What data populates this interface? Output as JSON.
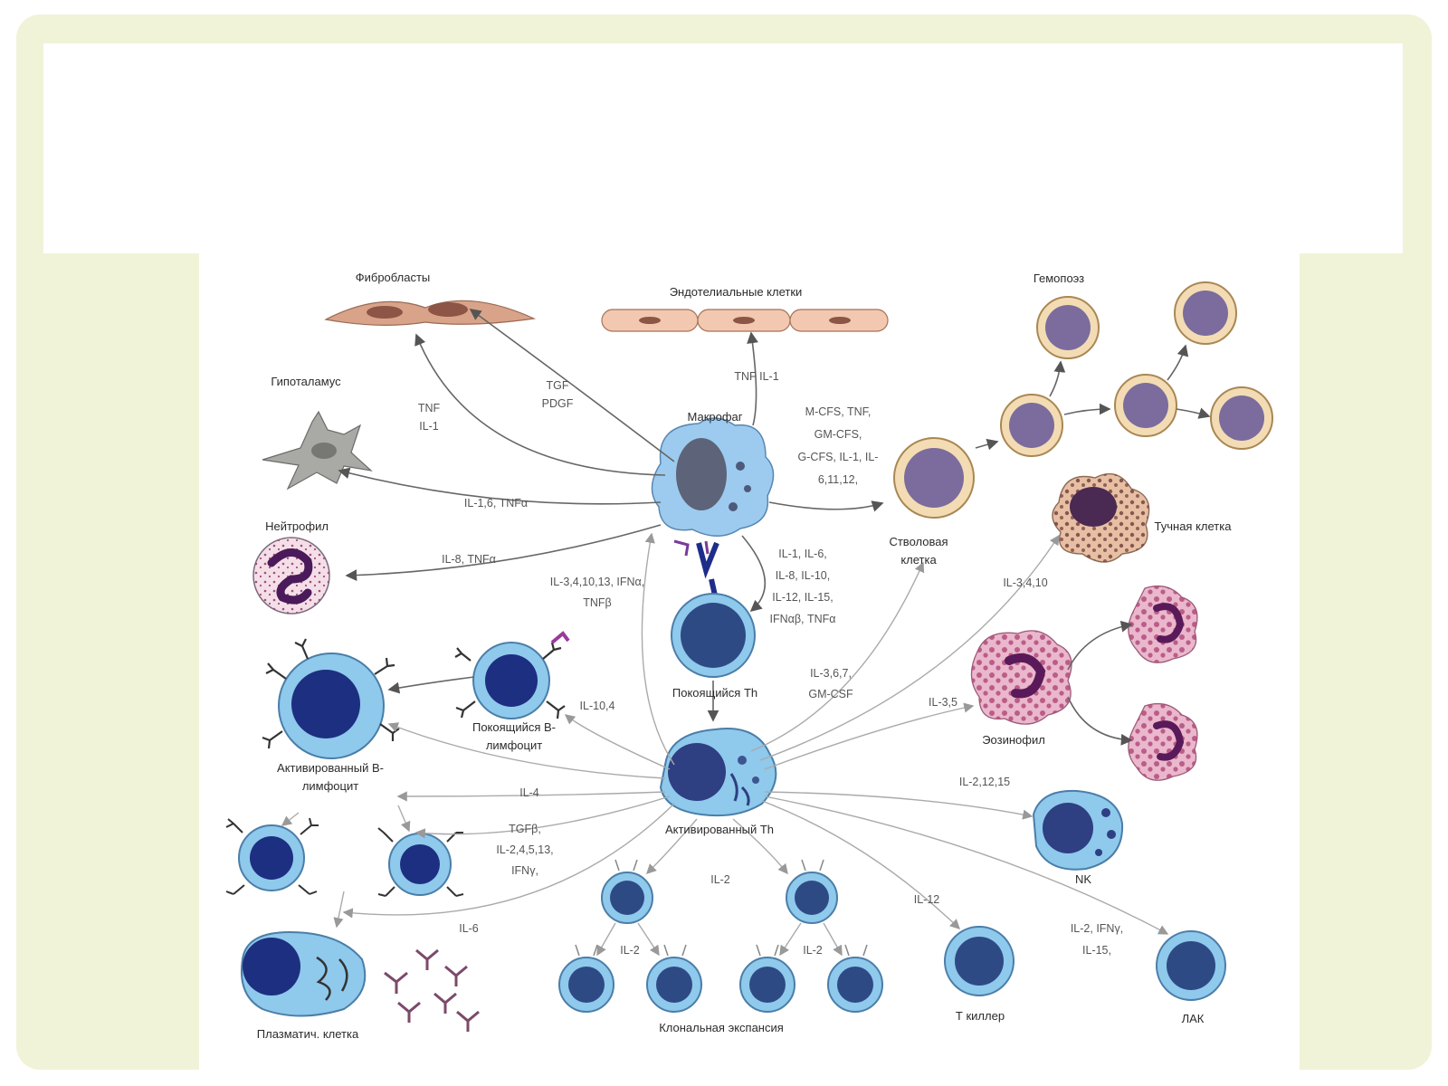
{
  "labels": {
    "fibroblasts": "Фибробласты",
    "endothelial": "Эндотелиальные клетки",
    "hemopoiesis": "Гемопоэз",
    "hypothalamus": "Гипоталамус",
    "macrophage": "Макрофаг",
    "neutrophil": "Нейтрофил",
    "stem_cell_1": "Стволовая",
    "stem_cell_2": "клетка",
    "mast_cell": "Тучная клетка",
    "resting_th": "Покоящийся Th",
    "resting_b_1": "Покоящийся В-",
    "resting_b_2": "лимфоцит",
    "activated_b_1": "Активированный В-",
    "activated_b_2": "лимфоцит",
    "activated_th": "Активированный Th",
    "eosinophil": "Эозинофил",
    "nk": "NK",
    "plasma_cell": "Плазматич. клетка",
    "clonal_expansion": "Клональная экспансия",
    "t_killer": "Т киллер",
    "lak": "ЛАК"
  },
  "cytokines": {
    "tgf_pdgf_1": "TGF",
    "tgf_pdgf_2": "PDGF",
    "tnf_il1_a": "TNF",
    "tnf_il1_b": "IL-1",
    "tnf_il1_endo": "TNF IL-1",
    "m_cfs_1": "M-CFS, TNF,",
    "m_cfs_2": "GM-CFS,",
    "m_cfs_3": "G-CFS,  IL-1, IL-",
    "m_cfs_4": "6,11,12,",
    "il16_tnfa": "IL-1,6, TNFα",
    "il8_tnfa": "IL-8, TNFα",
    "th_to_mac_1": "IL-3,4,10,13, IFNα,",
    "th_to_mac_2": "TNFβ",
    "mac_to_th_1": "IL-1, IL-6,",
    "mac_to_th_2": "IL-8, IL-10,",
    "mac_to_th_3": "IL-12, IL-15,",
    "mac_to_th_4": "IFNαβ,  TNFα",
    "il3_4_10": "IL-3,4,10",
    "il3_6_7_1": "IL-3,6,7,",
    "il3_6_7_2": "GM-CSF",
    "il10_4": "IL-10,4",
    "il3_5": "IL-3,5",
    "il4": "IL-4",
    "tgfb_1": "TGFβ,",
    "tgfb_2": "IL-2,4,5,13,",
    "tgfb_3": "IFNγ,",
    "il2_12_15": "IL-2,12,15",
    "il2_a": "IL-2",
    "il2_b": "IL-2",
    "il2_c": "IL-2",
    "il6": "IL-6",
    "il12": "IL-12",
    "lak_1": "IL-2, IFNγ,",
    "lak_2": "IL-15,"
  },
  "colors": {
    "slide_frame": "#f1f3d8",
    "cell_blue": "#8fc9ec",
    "nucleus_dark": "#1d2f80",
    "stem_orange": "#e9c7a0",
    "hemo_purple": "#7f6e9f",
    "eosin_pink": "#e8a8c6"
  }
}
